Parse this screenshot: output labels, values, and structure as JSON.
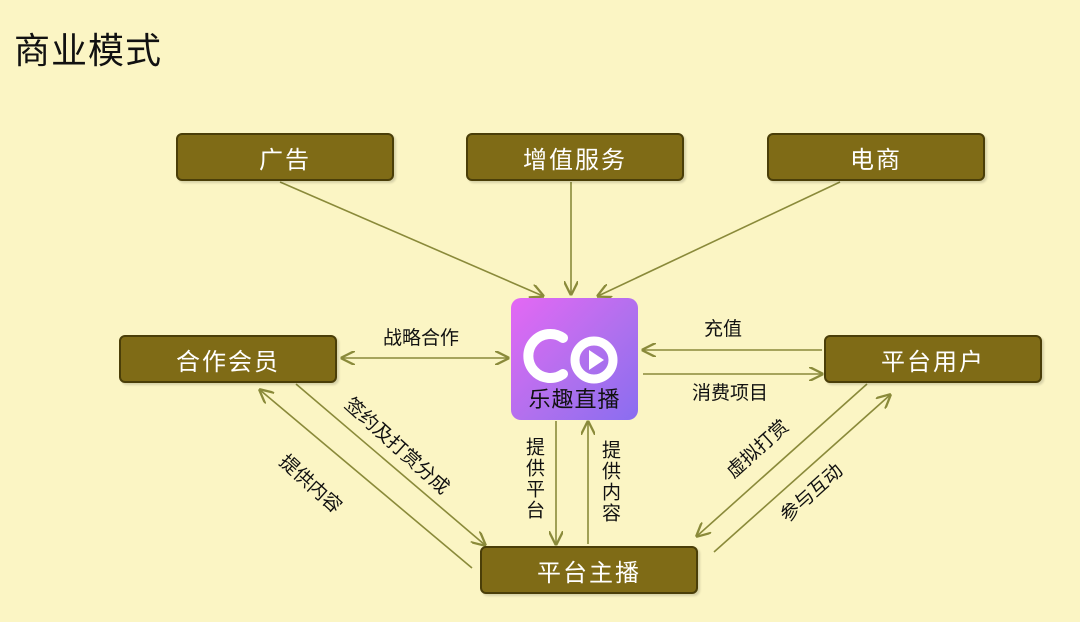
{
  "title": "商业模式",
  "nodes": {
    "ads": "广告",
    "value_added": "增值服务",
    "ecommerce": "电商",
    "partner_member": "合作会员",
    "platform_users": "平台用户",
    "platform_anchor": "平台主播"
  },
  "center": {
    "logo_text": "乐趣直播"
  },
  "edge_labels": {
    "strategic": "战略合作",
    "recharge": "充值",
    "consume": "消费项目",
    "sign_share": "签约及打赏分成",
    "provide_content_left": "提供内容",
    "provide_platform": "提供平台",
    "provide_content_center": "提供内容",
    "virtual_reward": "虚拟打赏",
    "interact": "参与互动"
  },
  "colors": {
    "background": "#fbf5c4",
    "node_fill": "#7f6b16",
    "arrow": "#8a8a3a"
  }
}
